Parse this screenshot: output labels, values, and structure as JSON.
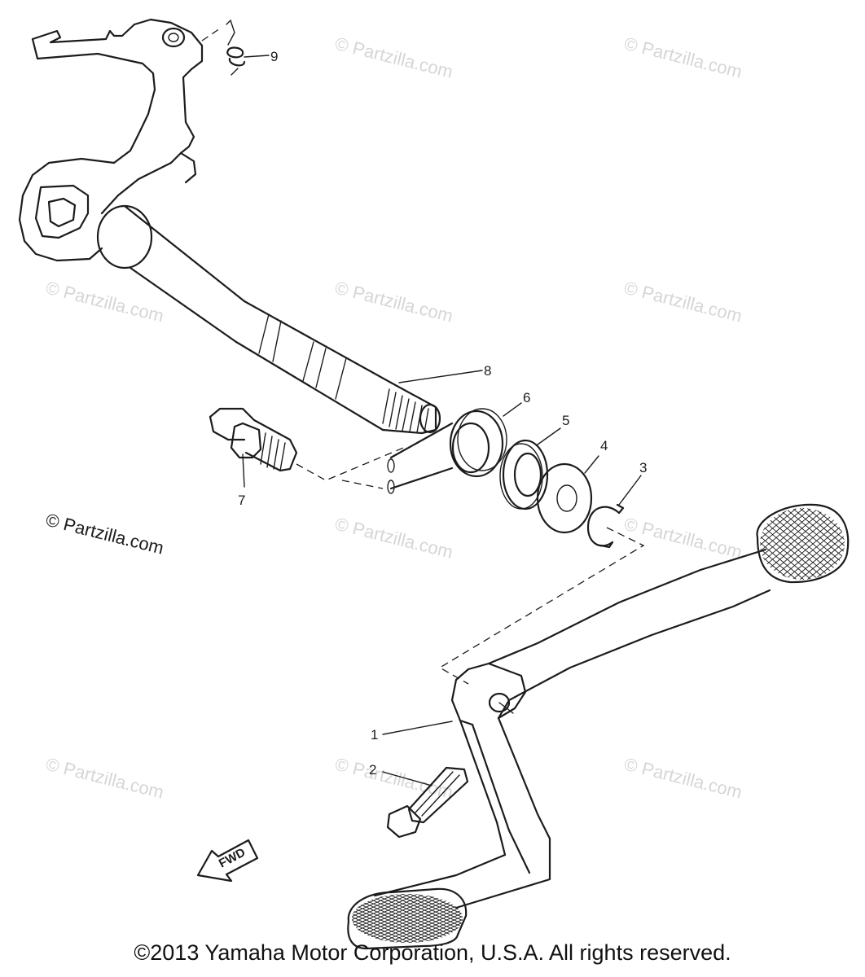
{
  "callouts": [
    {
      "id": "1",
      "label": "1"
    },
    {
      "id": "2",
      "label": "2"
    },
    {
      "id": "3",
      "label": "3"
    },
    {
      "id": "4",
      "label": "4"
    },
    {
      "id": "5",
      "label": "5"
    },
    {
      "id": "6",
      "label": "6"
    },
    {
      "id": "7",
      "label": "7"
    },
    {
      "id": "8",
      "label": "8"
    },
    {
      "id": "9",
      "label": "9"
    }
  ],
  "watermark": {
    "text": "© Partzilla.com",
    "prominent_text": "© Partzilla.com"
  },
  "fwd_arrow_label": "FWD",
  "copyright": "©2013  Yamaha Motor Corporation, U.S.A. All rights reserved."
}
